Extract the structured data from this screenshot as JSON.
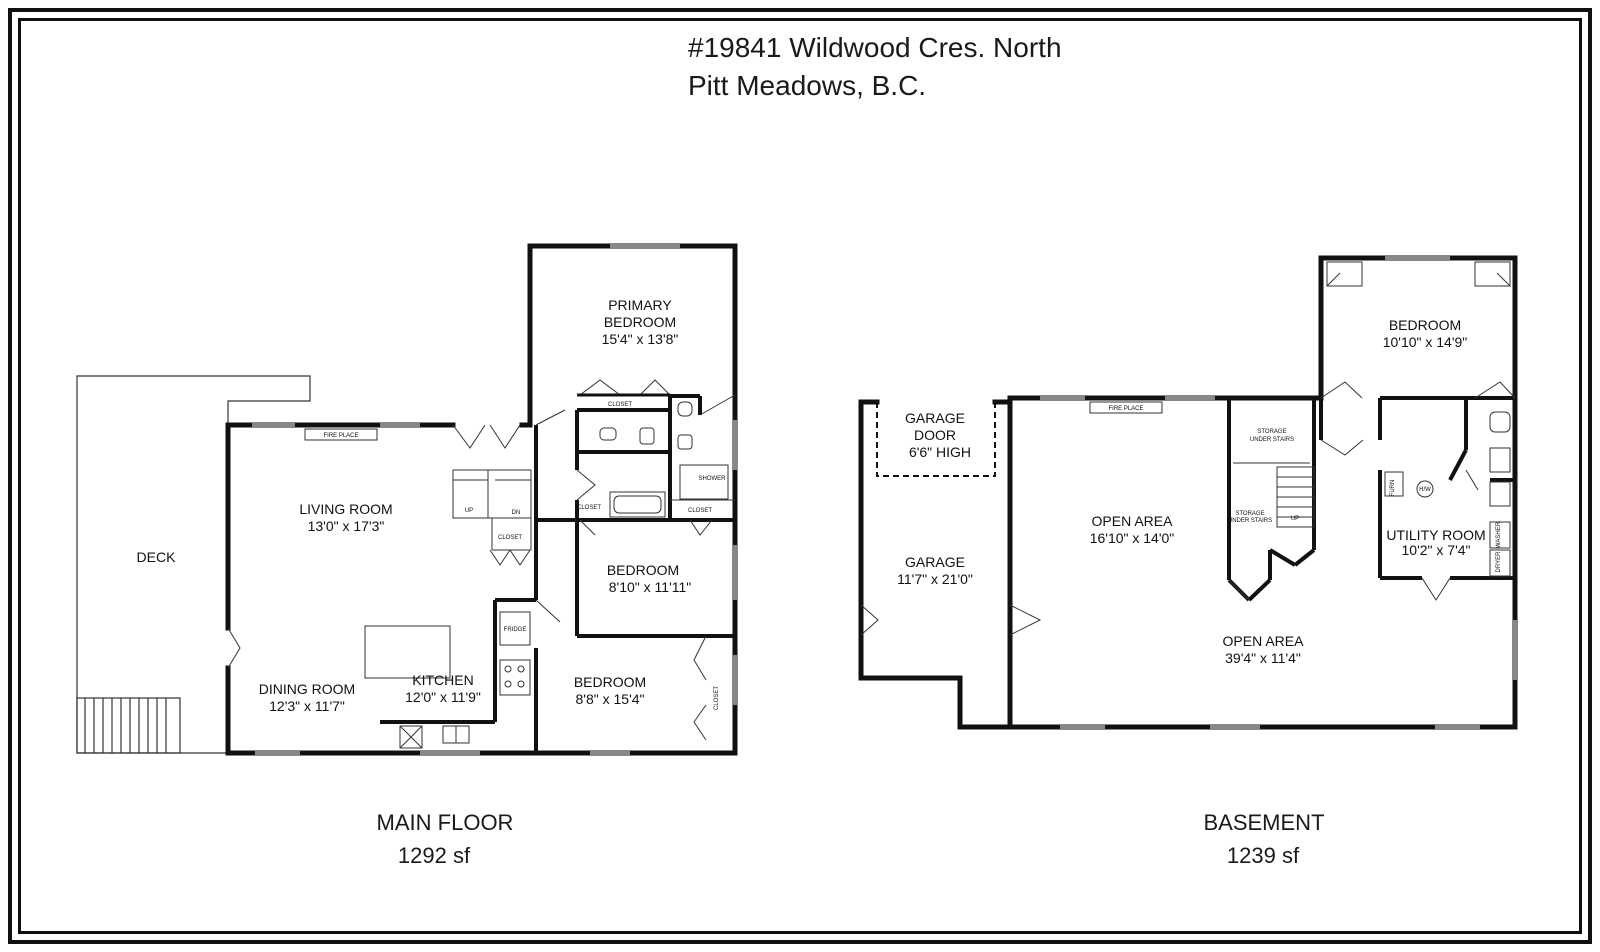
{
  "header": {
    "address_line1": "#19841 Wildwood Cres. North",
    "address_line2": "Pitt Meadows, B.C."
  },
  "main_floor": {
    "caption": "MAIN FLOOR",
    "area": "1292 sf",
    "rooms": {
      "deck": "DECK",
      "living_label": "LIVING ROOM",
      "living_dim": "13'0\" x 17'3\"",
      "dining_label": "DINING ROOM",
      "dining_dim": "12'3\" x 11'7\"",
      "kitchen_label": "KITCHEN",
      "kitchen_dim": "12'0\" x 11'9\"",
      "primary_label_1": "PRIMARY",
      "primary_label_2": "BEDROOM",
      "primary_dim": "15'4\" x 13'8\"",
      "bedroom2_label": "BEDROOM",
      "bedroom2_dim": "8'10\" x 11'11\"",
      "bedroom3_label": "BEDROOM",
      "bedroom3_dim": "8'8\" x 15'4\""
    },
    "small_labels": {
      "fireplace": "FIRE PLACE",
      "closet": "CLOSET",
      "shower": "SHOWER",
      "fridge": "FRIDGE",
      "up": "UP",
      "dn": "DN"
    }
  },
  "basement": {
    "caption": "BASEMENT",
    "area": "1239 sf",
    "rooms": {
      "garage_door_1": "GARAGE",
      "garage_door_2": "DOOR",
      "garage_door_3": "6'6\" HIGH",
      "garage_label": "GARAGE",
      "garage_dim": "11'7\" x 21'0\"",
      "open1_label": "OPEN AREA",
      "open1_dim": "16'10\" x 14'0\"",
      "open2_label": "OPEN AREA",
      "open2_dim": "39'4\" x 11'4\"",
      "bedroom_label": "BEDROOM",
      "bedroom_dim": "10'10\" x 14'9\"",
      "utility_label": "UTILITY ROOM",
      "utility_dim": "10'2\" x 7'4\""
    },
    "small_labels": {
      "fireplace": "FIRE PLACE",
      "storage_1": "STORAGE",
      "storage_2": "UNDER STAIRS",
      "up": "UP",
      "furn": "FURN",
      "hw": "H/W",
      "dryer": "DRYER",
      "washer": "WASHER"
    }
  }
}
